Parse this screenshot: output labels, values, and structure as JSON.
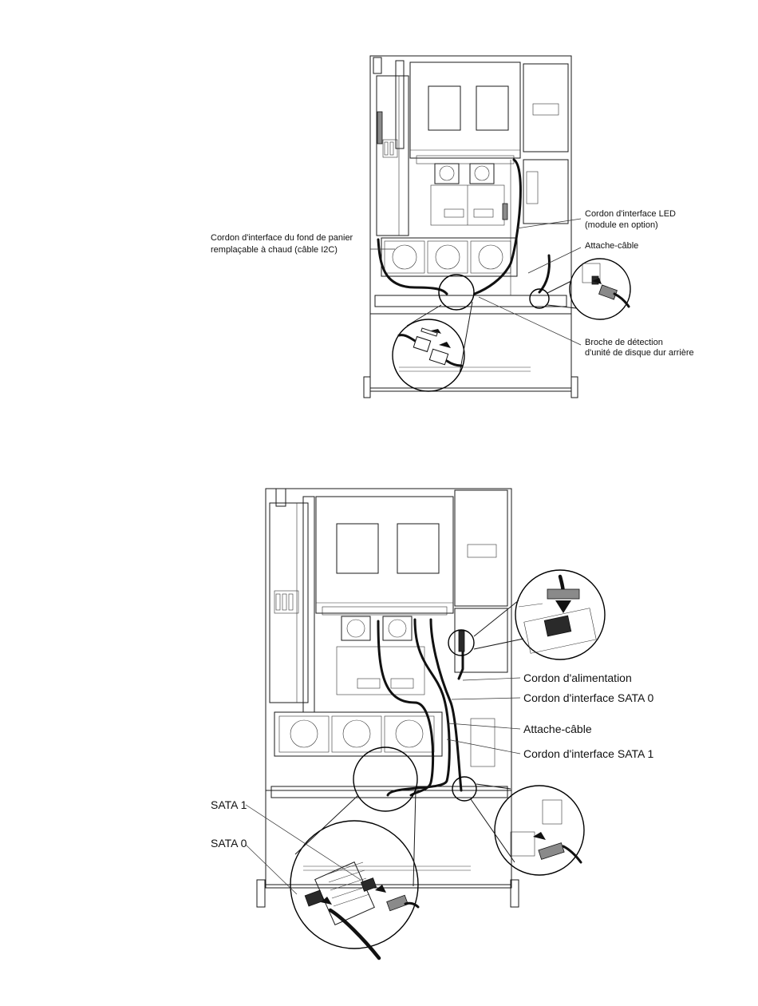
{
  "figure_top": {
    "labels": {
      "led_cable": "Cordon d'interface LED",
      "led_cable_sub": "(module en option)",
      "backplane_cable_1": "Cordon d'interface du fond de panier",
      "backplane_cable_2": "remplaçable à chaud (câble I2C)",
      "cable_clip": "Attache-câble",
      "detect_pin_1": "Broche de détection",
      "detect_pin_2": "d'unité de disque dur arrière"
    }
  },
  "figure_bottom": {
    "labels": {
      "power_cable": "Cordon d'alimentation",
      "sata0_cable": "Cordon d'interface SATA 0",
      "cable_clip": "Attache-câble",
      "sata1_cable": "Cordon d'interface SATA 1",
      "sata1": "SATA 1",
      "sata0": "SATA 0"
    }
  }
}
